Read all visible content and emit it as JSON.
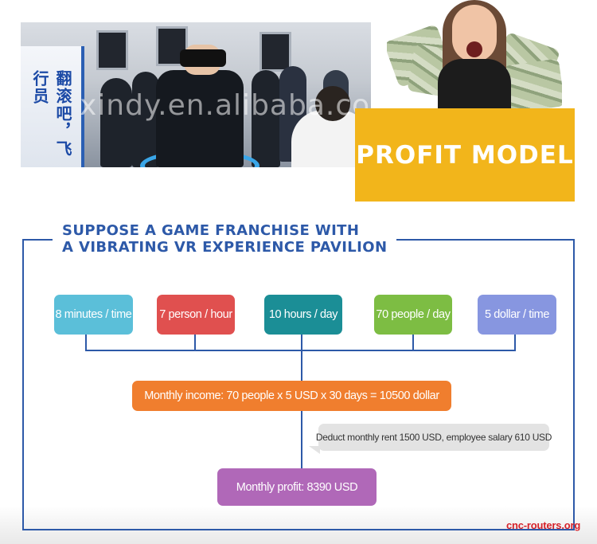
{
  "banner": {
    "expo_sign": "翻滚吧，飞行员",
    "watermark": "xindy.en.alibaba.com",
    "profit_title": "PROFIT MODEL"
  },
  "heading": {
    "line1": "SUPPOSE A GAME FRANCHISE WITH",
    "line2": "A VIBRATING VR EXPERIENCE PAVILION"
  },
  "factors": [
    {
      "label": "8 minutes / time",
      "color": "#5bbfd9"
    },
    {
      "label": "7 person / hour",
      "color": "#e0504f"
    },
    {
      "label": "10 hours / day",
      "color": "#1b8e96"
    },
    {
      "label": "70 people / day",
      "color": "#7dbd43"
    },
    {
      "label": "5 dollar / time",
      "color": "#8796e0"
    }
  ],
  "income": {
    "label": "Monthly income: 70 people x 5 USD x 30 days = 10500 dollar",
    "color": "#f07e2e"
  },
  "deduction": {
    "label": "Deduct monthly rent 1500 USD, employee salary 610 USD"
  },
  "profit": {
    "label": "Monthly profit: 8390 USD",
    "color": "#b068b8"
  },
  "site": "cnc-routers.org",
  "colors": {
    "frame": "#2d59a8",
    "profit_banner": "#f2b51b"
  }
}
